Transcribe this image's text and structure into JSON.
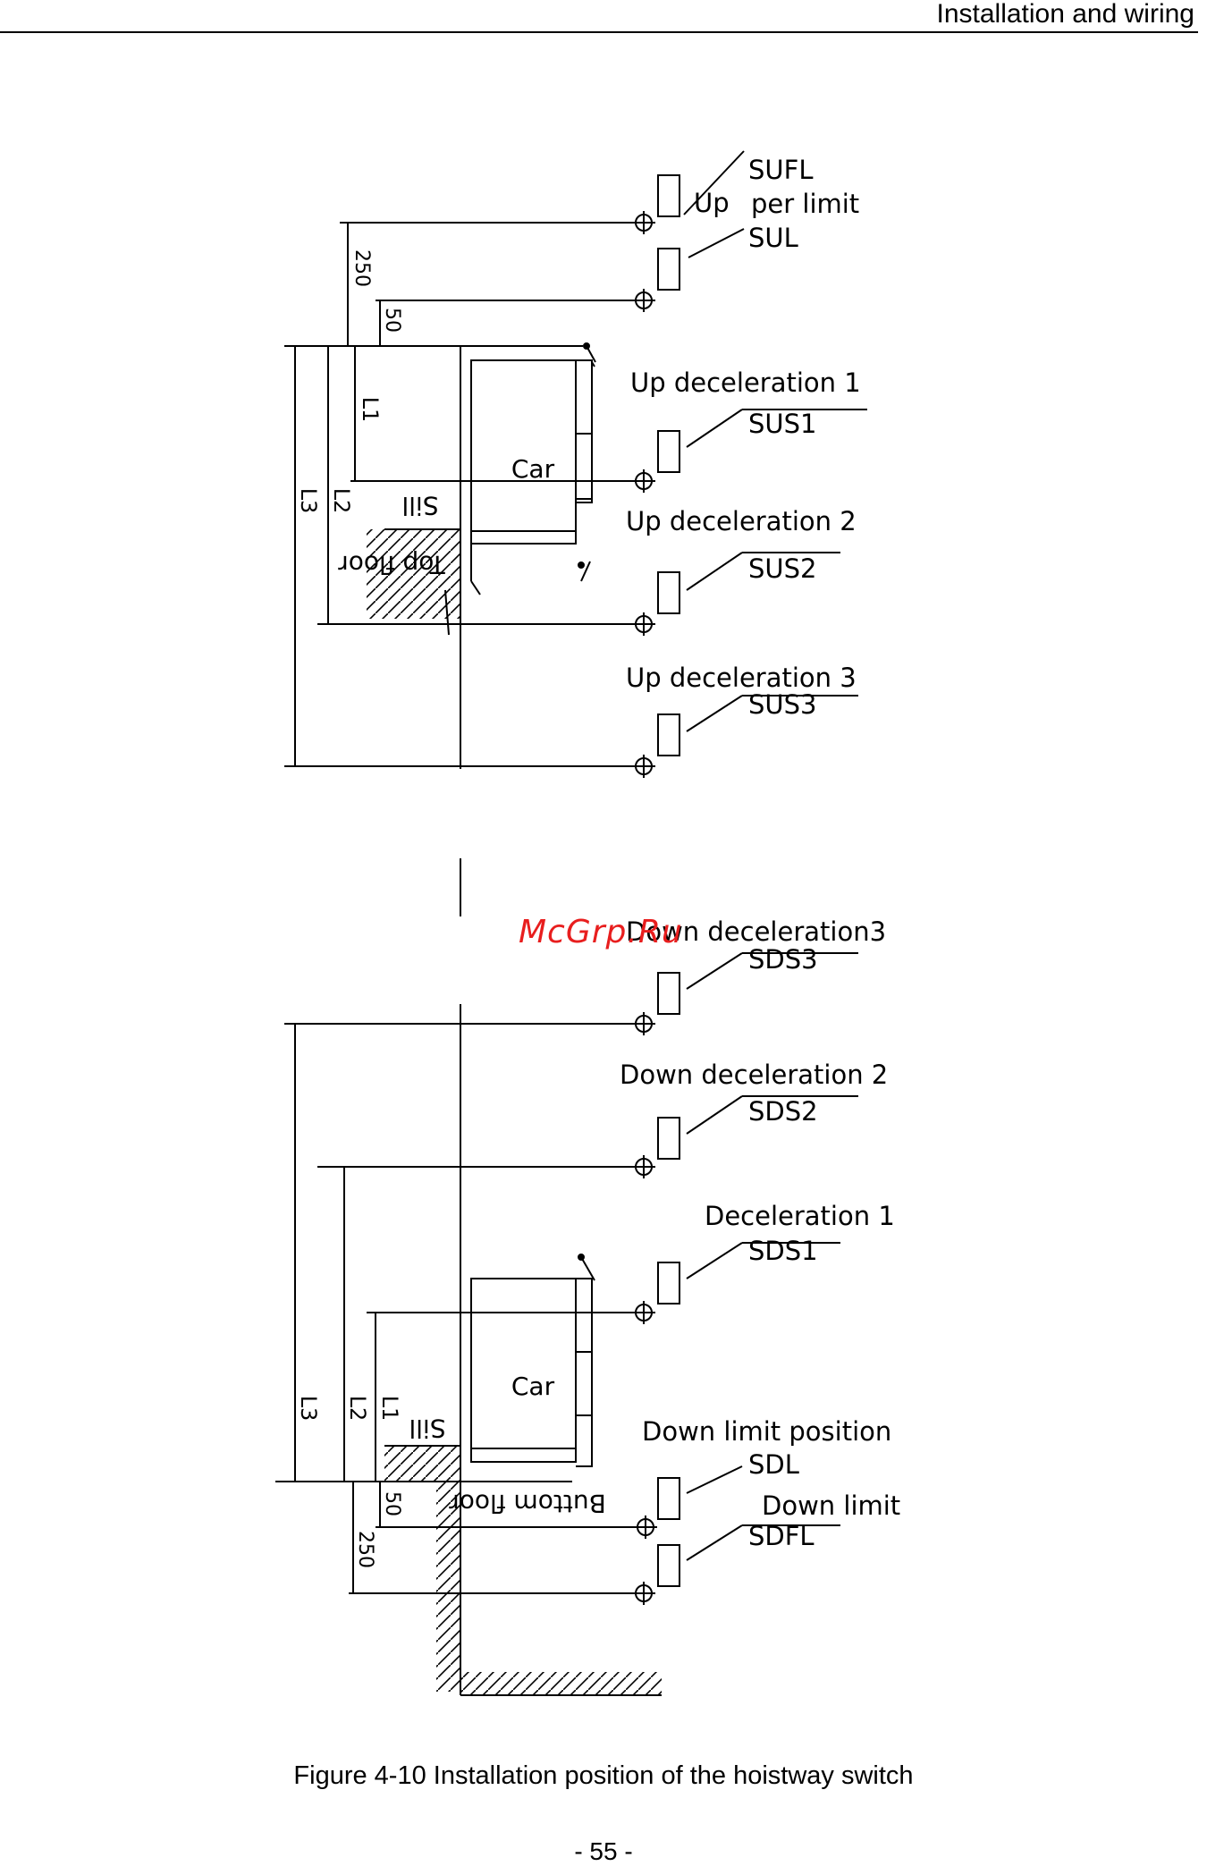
{
  "header": {
    "title": "Installation and wiring"
  },
  "figure": {
    "top": {
      "car_label": "Car",
      "sill_label": "Sill",
      "floor_label": "Top floor",
      "dims": {
        "d250": "250",
        "d50": "50",
        "l1": "L1",
        "l2": "L2",
        "l3": "L3"
      },
      "switches": {
        "sufl_code": "SUFL",
        "upper_limit_word1": "Up",
        "upper_limit_word2": "per limit",
        "sul_code": "SUL",
        "sus1_desc": "Up deceleration 1",
        "sus1_code": "SUS1",
        "sus2_desc": "Up deceleration 2",
        "sus2_code": "SUS2",
        "sus3_desc": "Up deceleration 3",
        "sus3_code": "SUS3"
      }
    },
    "bottom": {
      "car_label": "Car",
      "sill_label": "Sill",
      "floor_label": "Buttom floor",
      "dims": {
        "d250": "250",
        "d50": "50",
        "l1": "L1",
        "l2": "L2",
        "l3": "L3"
      },
      "switches": {
        "sds3_desc": "Down deceleration3",
        "sds3_code": "SDS3",
        "sds2_desc": "Down deceleration 2",
        "sds2_code": "SDS2",
        "sds1_desc": "Deceleration 1",
        "sds1_code": "SDS1",
        "sdl_desc": "Down limit position",
        "sdl_code": "SDL",
        "sdfl_desc": "Down limit",
        "sdfl_code": "SDFL"
      }
    }
  },
  "caption": "Figure 4-10 Installation position of the hoistway switch",
  "page_number": "- 55 -",
  "watermark": "McGrp.Ru"
}
